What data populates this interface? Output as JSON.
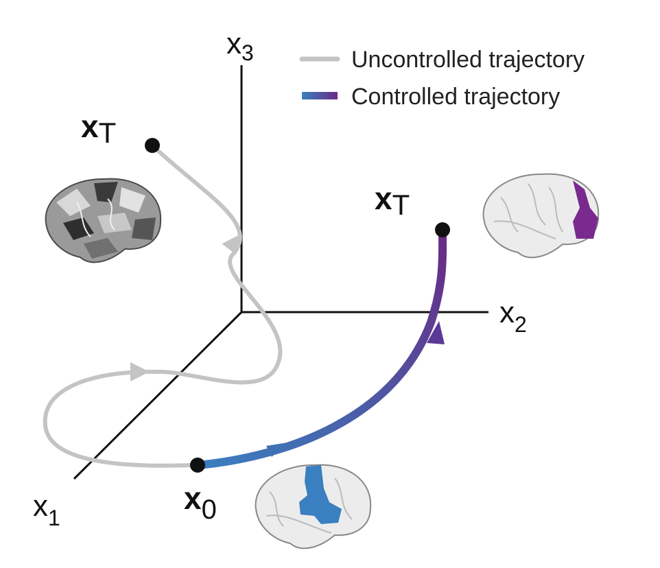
{
  "axes": {
    "x1": {
      "base": "x",
      "sub": "1"
    },
    "x2": {
      "base": "x",
      "sub": "2"
    },
    "x3": {
      "base": "x",
      "sub": "3"
    }
  },
  "legend": {
    "uncontrolled": "Uncontrolled trajectory",
    "controlled": "Controlled trajectory"
  },
  "points": {
    "start": {
      "base": "x",
      "sub": "0"
    },
    "target_uncontrolled": {
      "base": "x",
      "sub": "T"
    },
    "target_controlled": {
      "base": "x",
      "sub": "T"
    }
  },
  "colors": {
    "uncontrolled": "#c4c4c4",
    "controlled_start": "#3b7fc0",
    "controlled_end": "#6a2a86",
    "axis": "#111111",
    "brain_base": "#ececec",
    "brain_highlight_blue": "#3a7fc0",
    "brain_highlight_purple": "#7a2a8e"
  },
  "icons": [
    "brain-icon-grayscale",
    "brain-icon-purple-highlight",
    "brain-icon-blue-highlight"
  ]
}
